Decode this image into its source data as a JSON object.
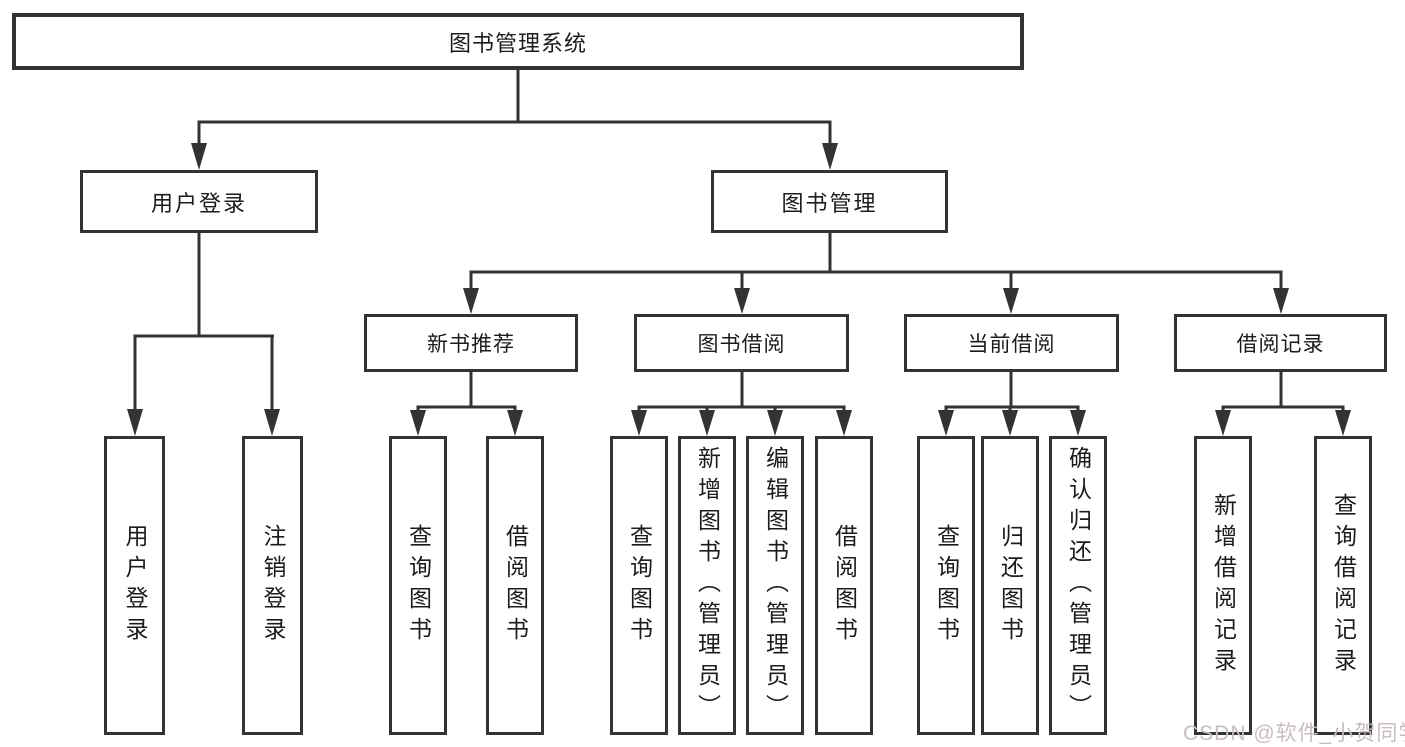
{
  "tree": {
    "label": "图书管理系统",
    "children": [
      {
        "label": "用户登录",
        "children": [
          {
            "label": "用户登录"
          },
          {
            "label": "注销登录"
          }
        ]
      },
      {
        "label": "图书管理",
        "children": [
          {
            "label": "新书推荐",
            "children": [
              {
                "label": "查询图书"
              },
              {
                "label": "借阅图书"
              }
            ]
          },
          {
            "label": "图书借阅",
            "children": [
              {
                "label": "查询图书"
              },
              {
                "label": "新增图书（管理员）"
              },
              {
                "label": "编辑图书（管理员）"
              },
              {
                "label": "借阅图书"
              }
            ]
          },
          {
            "label": "当前借阅",
            "children": [
              {
                "label": "查询图书"
              },
              {
                "label": "归还图书"
              },
              {
                "label": "确认归还（管理员）"
              }
            ]
          },
          {
            "label": "借阅记录",
            "children": [
              {
                "label": "新增借阅记录"
              },
              {
                "label": "查询借阅记录"
              }
            ]
          }
        ]
      }
    ]
  },
  "watermark": {
    "text": "CSDN @软件_小贺同学"
  },
  "colors": {
    "line": "#333333",
    "box_border": "#333333",
    "text": "#1c1c1c",
    "watermark": "#c8bebe",
    "background": "#ffffff"
  }
}
